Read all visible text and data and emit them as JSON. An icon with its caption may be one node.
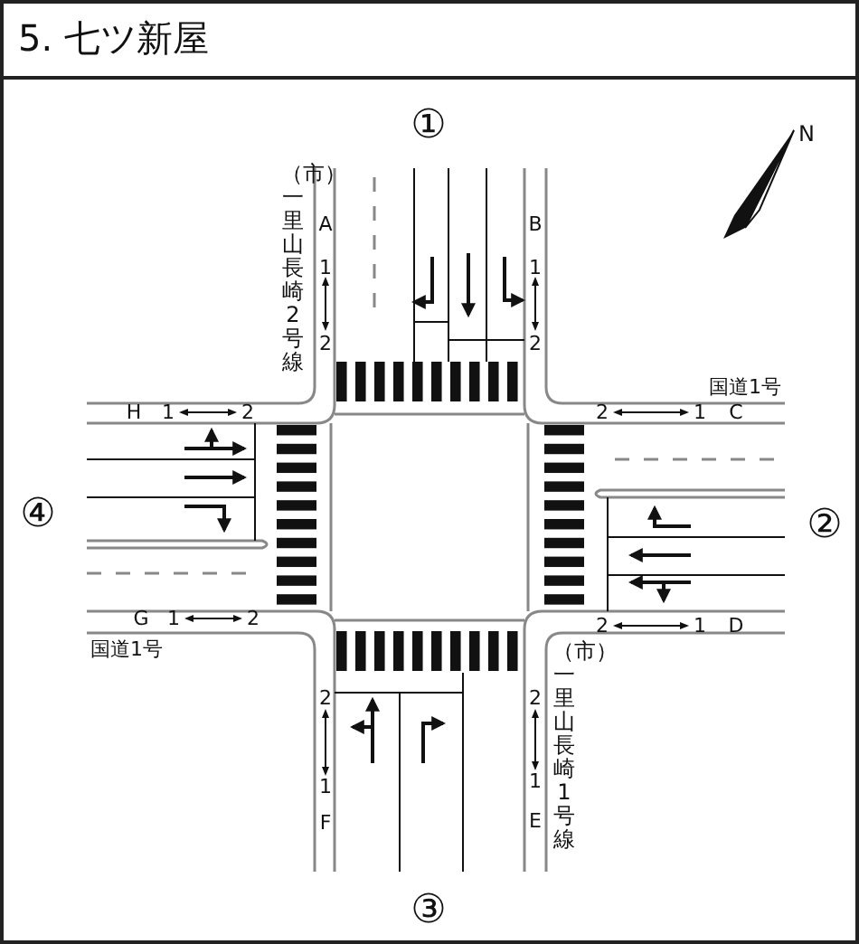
{
  "diagram": {
    "title": "5. 七ツ新屋",
    "labels": [
      "①",
      "（市）一里山長崎2号線",
      "A",
      "1",
      "2",
      "B",
      "1",
      "2",
      "N",
      "国道1号",
      "H",
      "1",
      "2",
      "2",
      "1",
      "C",
      "④",
      "②",
      "G",
      "1",
      "2",
      "2",
      "1",
      "D",
      "国道1号",
      "（市）一里山長崎1号線",
      "2",
      "1",
      "F",
      "2",
      "1",
      "E",
      "③"
    ]
  }
}
